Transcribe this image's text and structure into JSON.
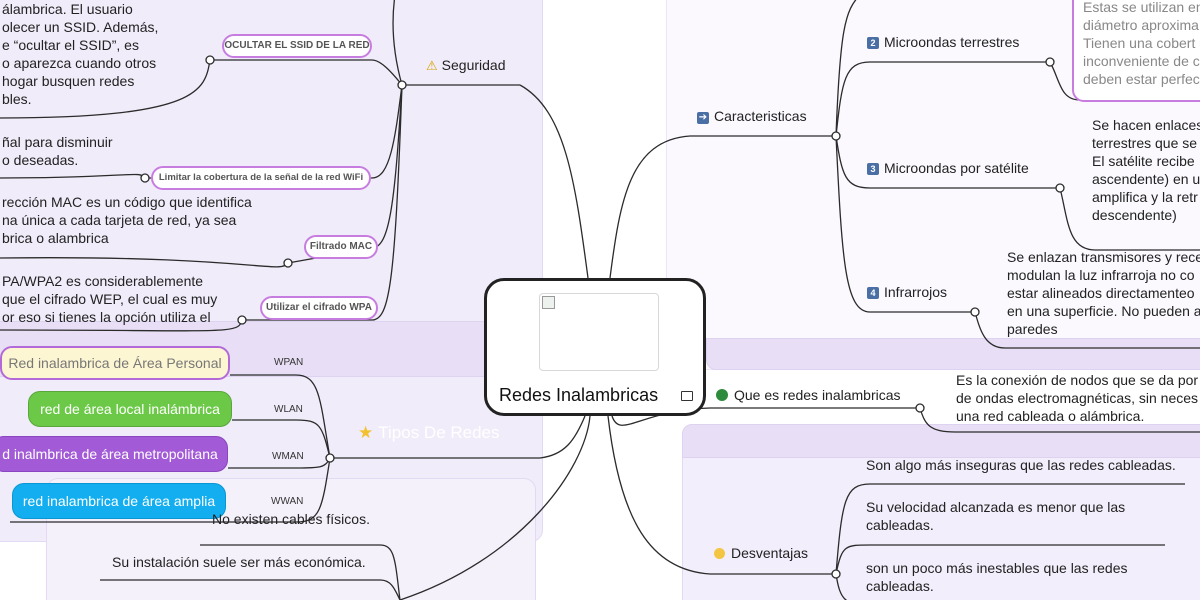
{
  "center": {
    "title": "Redes Inalambricas",
    "image_icon": "image-icon",
    "broken_image_icon": "broken-image-icon"
  },
  "seguridad": {
    "label": "Seguridad",
    "icon": "warning-icon",
    "topics": [
      {
        "pill": "OCULTAR EL SSID DE LA RED",
        "lines": [
          "álambrica. El usuario",
          "olecer un SSID. Además,",
          "e “ocultar el SSID”, es",
          "o aparezca cuando otros",
          "hogar busquen redes",
          "bles."
        ]
      },
      {
        "pill": "Limitar la cobertura de la señal de la red WiFi",
        "lines": [
          "ñal para disminuir",
          "o deseadas."
        ]
      },
      {
        "pill": "Filtrado MAC",
        "lines": [
          "rección MAC es un código que identifica",
          "na única a cada tarjeta de red, ya sea",
          "brica o alambrica"
        ]
      },
      {
        "pill": "Utilizar el cifrado WPA",
        "lines": [
          "PA/WPA2 es considerablemente",
          "que el cifrado WEP, el cual es muy",
          "or eso si tienes la opción utiliza el"
        ]
      }
    ]
  },
  "tipos": {
    "label": "Tipos De Redes",
    "icon": "star-icon",
    "items": [
      {
        "abbr": "WPAN",
        "name": "Red inalambrica de Área Personal",
        "color": "#fdf6d2"
      },
      {
        "abbr": "WLAN",
        "name": "red de área local inalámbrica",
        "color": "#6bc947"
      },
      {
        "abbr": "WMAN",
        "name": "d inalmbrica de área metropolitana",
        "color": "#a25ad6"
      },
      {
        "abbr": "WWAN",
        "name": "red inalambrica de área amplia",
        "color": "#12aef0"
      }
    ]
  },
  "ventajas": {
    "items": [
      "No existen cables físicos.",
      "Su instalación  suele ser más económica."
    ]
  },
  "caracteristicas": {
    "label": "Caracteristicas",
    "icon": "arrow-right-icon",
    "items": [
      {
        "num": "2",
        "label": "Microondas terrestres",
        "lines": [
          "Estas se utilizan en",
          "diámetro aproxima",
          "Tienen una cobert",
          "inconveniente de c",
          "deben estar perfec"
        ]
      },
      {
        "num": "3",
        "label": "Microondas por satélite",
        "lines": [
          "Se hacen enlaces",
          "terrestres que se",
          "El satélite recibe",
          "ascendente) en u",
          "amplifica y la retr",
          "descendente)"
        ]
      },
      {
        "num": "4",
        "label": "Infrarrojos",
        "lines": [
          "Se enlazan transmisores y rece",
          "modulan la luz infrarroja no co",
          "estar alineados directamenteo",
          "en una superficie. No pueden a",
          "paredes"
        ]
      }
    ]
  },
  "que_es": {
    "label": "Que es redes inalambricas",
    "icon": "green-circle-icon",
    "lines": [
      "Es la conexión de nodos que se da por",
      "de ondas electromagnéticas, sin neces",
      "una red cableada o alámbrica."
    ]
  },
  "desventajas": {
    "label": "Desventajas",
    "icon": "worried-face-icon",
    "items": [
      [
        "Son algo más inseguras que las redes cableadas."
      ],
      [
        "Su velocidad alcanzada  es menor que las",
        "cableadas."
      ],
      [
        "son un poco más inestables que las redes",
        "cableadas."
      ]
    ]
  }
}
